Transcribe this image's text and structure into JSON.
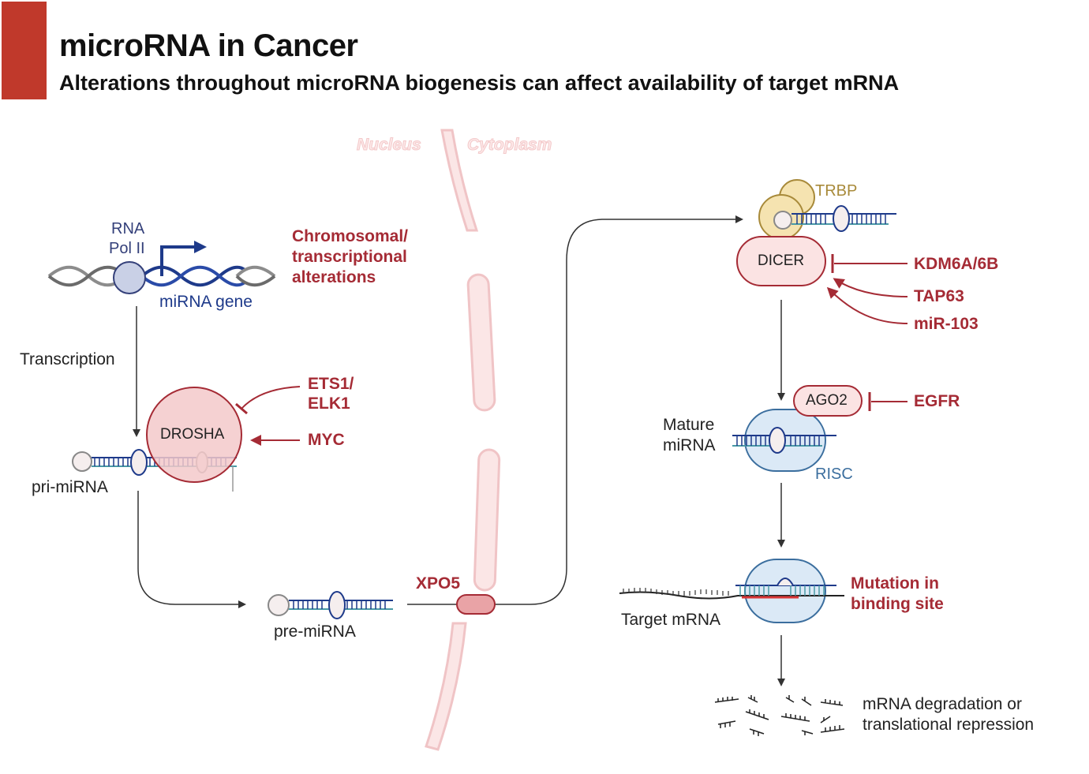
{
  "header": {
    "title": "microRNA in Cancer",
    "subtitle": "Alterations throughout microRNA biogenesis can affect availability of target mRNA"
  },
  "compartments": {
    "nucleus": "Nucleus",
    "cytoplasm": "Cytoplasm"
  },
  "nucleus": {
    "rna_pol_line1": "RNA",
    "rna_pol_line2": "Pol II",
    "mirna_gene": "miRNA gene",
    "chromosomal_line1": "Chromosomal/",
    "chromosomal_line2": "transcriptional",
    "chromosomal_line3": "alterations",
    "transcription": "Transcription",
    "drosha": "DROSHA",
    "ets1_line1": "ETS1/",
    "ets1_line2": "ELK1",
    "myc": "MYC",
    "pri_mirna": "pri-miRNA",
    "pre_mirna": "pre-miRNA",
    "xpo5": "XPO5"
  },
  "cytoplasm": {
    "trbp": "TRBP",
    "dicer": "DICER",
    "kdm6a": "KDM6A/6B",
    "tap63": "TAP63",
    "mir103": "miR-103",
    "ago2": "AGO2",
    "egfr": "EGFR",
    "mature_line1": "Mature",
    "mature_line2": "miRNA",
    "risc": "RISC",
    "mutation_line1": "Mutation in",
    "mutation_line2": "binding site",
    "target_mrna": "Target mRNA",
    "degradation_line1": "mRNA degradation or",
    "degradation_line2": "translational repression"
  },
  "colors": {
    "accent": "#c0392b",
    "regulator_red": "#a52b35",
    "membrane_pink": "#f3c9ca",
    "dna_blue": "#1e3a8a",
    "risc_blue": "#3b6e9e",
    "trbp_gold": "#a88a3a"
  }
}
